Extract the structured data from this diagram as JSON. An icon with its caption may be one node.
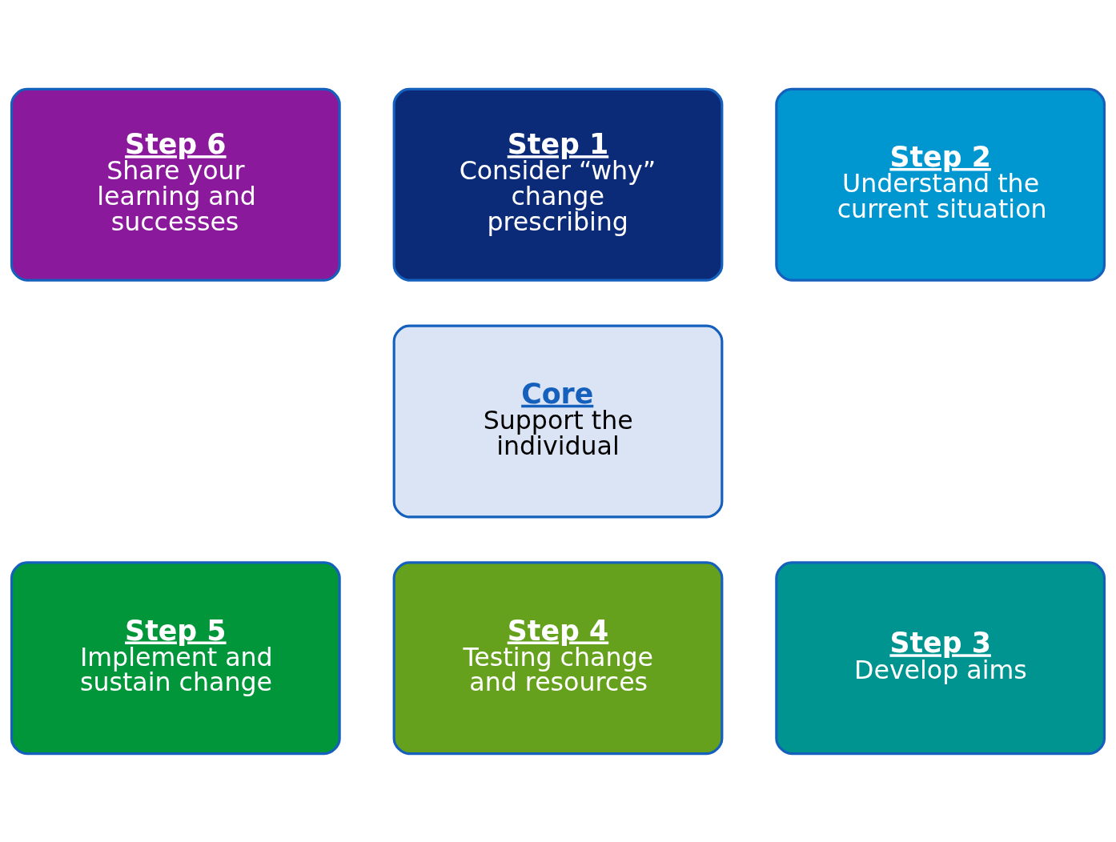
{
  "diagram": {
    "nodes": [
      {
        "text": [
          "Step 1",
          "Consider “why” change prescribing"
        ]
      },
      {
        "text": [
          "Step 2",
          "Understand the current situation"
        ]
      },
      {
        "text": [
          "Step 3",
          "Develop aims"
        ]
      },
      {
        "text": [
          "Step 4",
          "Testing change and resources"
        ]
      },
      {
        "text": [
          "Step 5",
          "Implement and sustain change"
        ]
      },
      {
        "text": [
          "Step 6",
          "Share your learning and successes"
        ]
      },
      {
        "text": [
          "Core",
          "Support the individual"
        ]
      }
    ],
    "edges": []
  }
}
